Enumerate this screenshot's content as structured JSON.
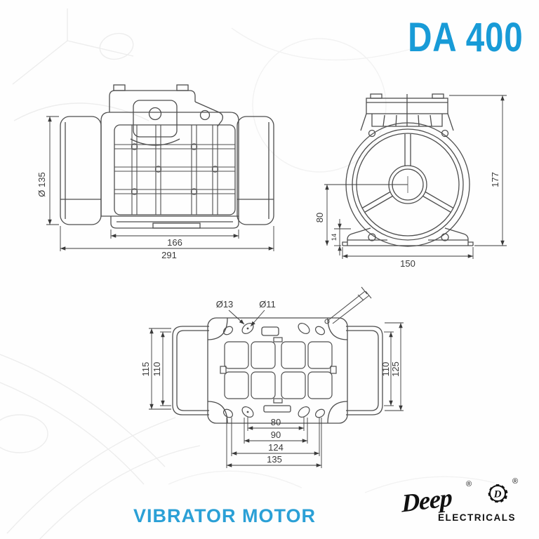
{
  "title": "DA 400",
  "product_label": "VIBRATOR MOTOR",
  "brand": {
    "name": "Deep",
    "registered": "®",
    "gear_letter": "D",
    "tagline": "ELECTRICALS"
  },
  "colors": {
    "title_blue": "#189bd7",
    "label_blue": "#2ba0d6",
    "drawing_line": "#4e4e4e",
    "dimension_line": "#3a3a3a"
  },
  "views": {
    "side": {
      "label": "side-view",
      "dims": {
        "diameter": "Ø 135",
        "base_length": "166",
        "total_length": "291"
      }
    },
    "front": {
      "label": "front-view",
      "dims": {
        "total_height": "177",
        "shaft_height": "80",
        "foot_thickness": "14",
        "base_width": "150"
      }
    },
    "plan": {
      "label": "plan-view",
      "dims": {
        "hole_large": "Ø13",
        "hole_small": "Ø11",
        "left_outer": "115",
        "left_inner": "110",
        "right_inner": "110",
        "right_outer": "125",
        "span_a": "80",
        "span_b": "90",
        "span_c": "124",
        "span_d": "135"
      }
    }
  }
}
